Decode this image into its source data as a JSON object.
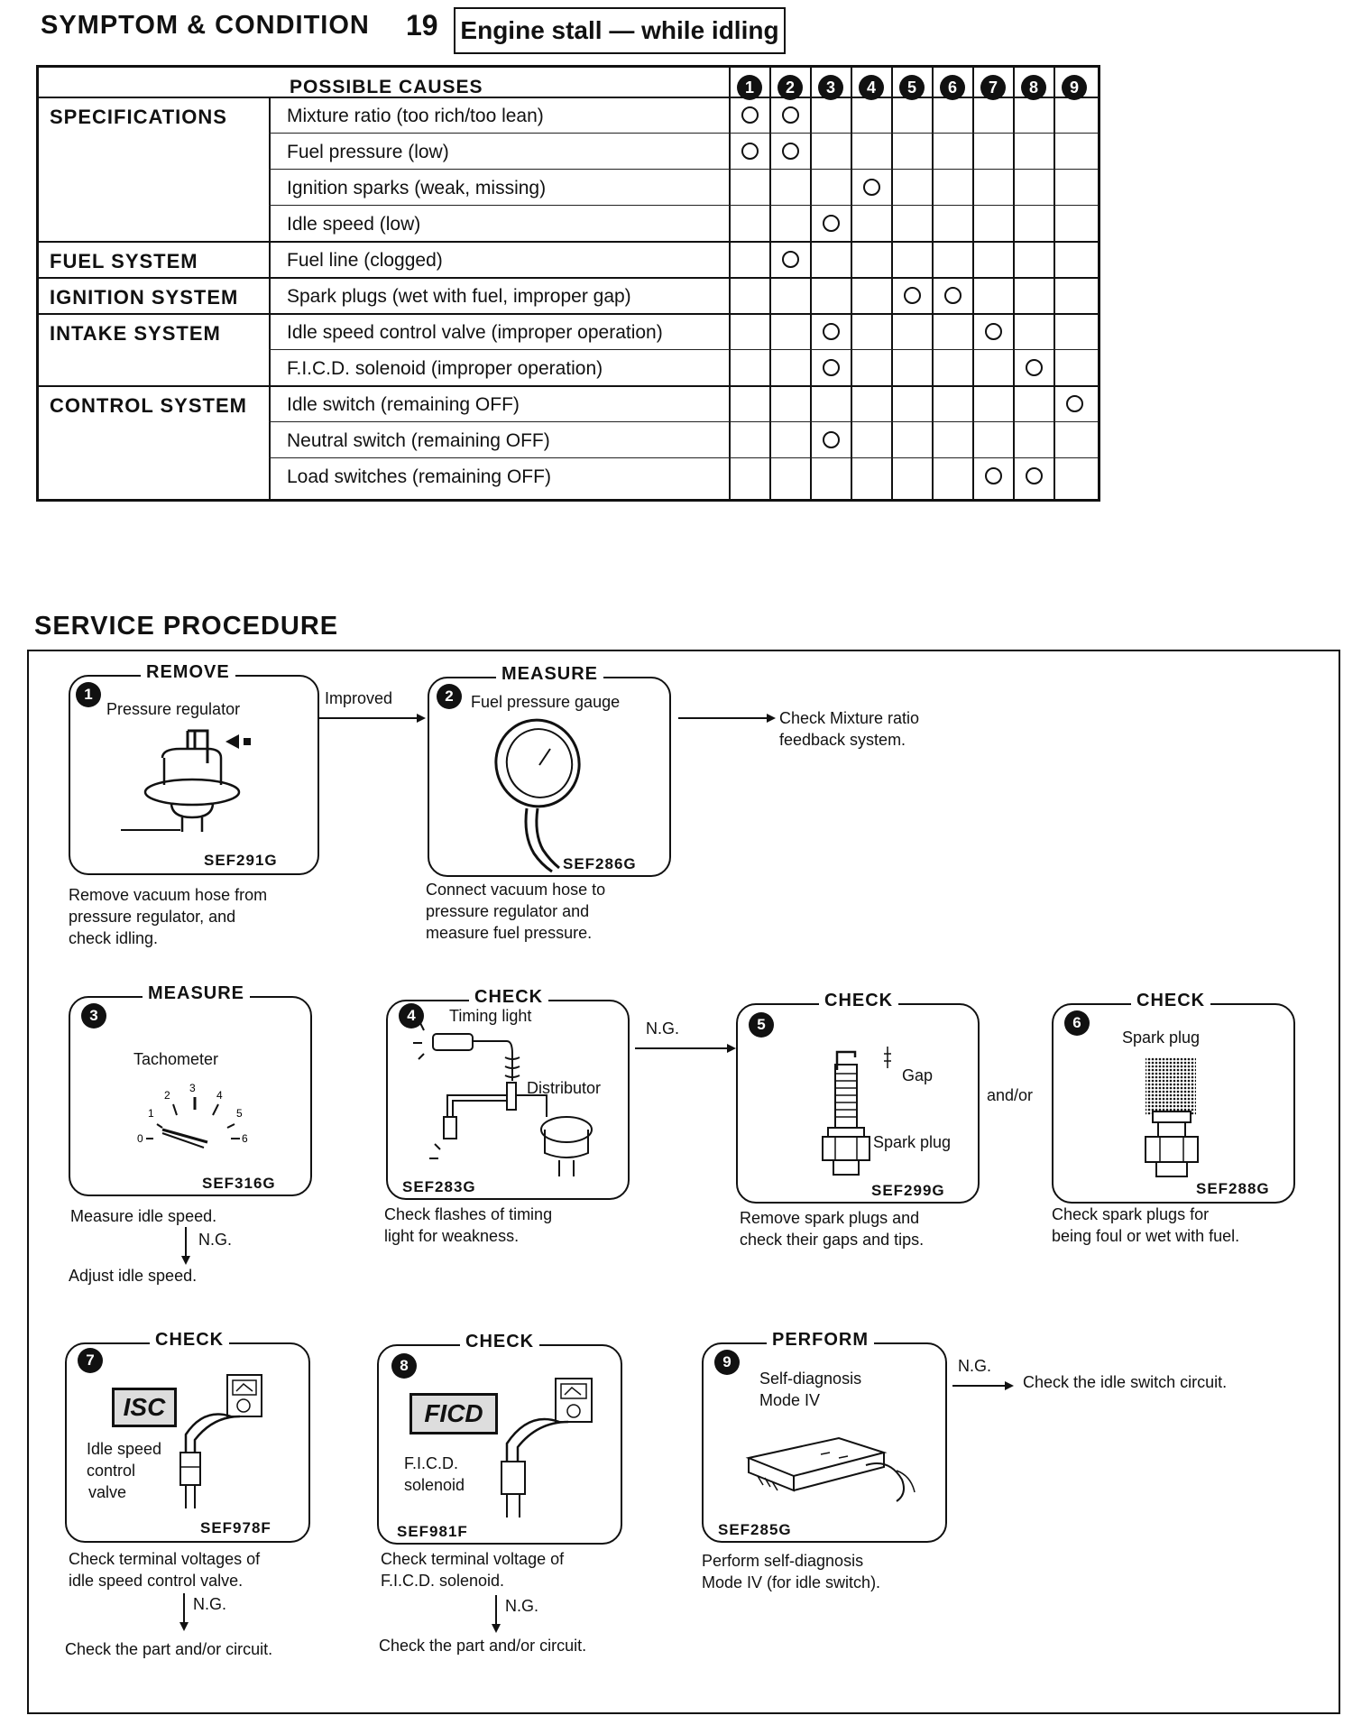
{
  "header": {
    "title": "SYMPTOM & CONDITION",
    "number": "19",
    "symptom": "Engine stall — while idling"
  },
  "table": {
    "possible_causes_label": "POSSIBLE CAUSES",
    "column_numbers": [
      "1",
      "2",
      "3",
      "4",
      "5",
      "6",
      "7",
      "8",
      "9"
    ],
    "categories": [
      "SPECIFICATIONS",
      "FUEL SYSTEM",
      "IGNITION SYSTEM",
      "INTAKE SYSTEM",
      "CONTROL SYSTEM"
    ],
    "rows": [
      {
        "cause": "Mixture ratio (too rich/too lean)",
        "marks": [
          1,
          2
        ]
      },
      {
        "cause": "Fuel pressure (low)",
        "marks": [
          1,
          2
        ]
      },
      {
        "cause": "Ignition sparks (weak, missing)",
        "marks": [
          4
        ]
      },
      {
        "cause": "Idle speed (low)",
        "marks": [
          3
        ]
      },
      {
        "cause": "Fuel line (clogged)",
        "marks": [
          2
        ]
      },
      {
        "cause": "Spark plugs (wet with fuel, improper gap)",
        "marks": [
          5,
          6
        ]
      },
      {
        "cause": "Idle speed control valve (improper operation)",
        "marks": [
          3,
          7
        ]
      },
      {
        "cause": "F.I.C.D. solenoid (improper operation)",
        "marks": [
          3,
          8
        ]
      },
      {
        "cause": "Idle switch (remaining OFF)",
        "marks": [
          9
        ]
      },
      {
        "cause": "Neutral switch (remaining OFF)",
        "marks": [
          3
        ]
      },
      {
        "cause": "Load switches (remaining OFF)",
        "marks": [
          7,
          8
        ]
      }
    ]
  },
  "service": {
    "title": "SERVICE PROCEDURE",
    "steps": [
      {
        "num": "1",
        "action": "REMOVE",
        "subject": "Pressure regulator",
        "ref": "SEF291G",
        "desc": [
          "Remove vacuum hose from",
          "pressure regulator, and",
          "check idling."
        ]
      },
      {
        "num": "2",
        "action": "MEASURE",
        "subject": "Fuel pressure gauge",
        "ref": "SEF286G",
        "desc": [
          "Connect vacuum hose to",
          "pressure regulator and",
          "measure fuel pressure."
        ]
      },
      {
        "num": "3",
        "action": "MEASURE",
        "subject": "Tachometer",
        "ref": "SEF316G",
        "desc": [
          "Measure idle speed."
        ],
        "ng": "N.G.",
        "next": "Adjust idle speed."
      },
      {
        "num": "4",
        "action": "CHECK",
        "subject": "Timing light",
        "subject2": "Distributor",
        "ref": "SEF283G",
        "desc": [
          "Check flashes of timing",
          "light for weakness."
        ]
      },
      {
        "num": "5",
        "action": "CHECK",
        "subject": "Gap",
        "subject2": "Spark plug",
        "ref": "SEF299G",
        "desc": [
          "Remove spark plugs and",
          "check their gaps and tips."
        ]
      },
      {
        "num": "6",
        "action": "CHECK",
        "subject": "Spark plug",
        "ref": "SEF288G",
        "desc": [
          "Check spark plugs for",
          "being foul or wet with fuel."
        ]
      },
      {
        "num": "7",
        "action": "CHECK",
        "subject": "Idle speed",
        "subject2": "control",
        "subject3": "valve",
        "logo": "ISC",
        "ref": "SEF978F",
        "desc": [
          "Check terminal voltages of",
          "idle speed control valve."
        ],
        "ng": "N.G.",
        "next": "Check the part and/or circuit."
      },
      {
        "num": "8",
        "action": "CHECK",
        "subject": "F.I.C.D.",
        "subject2": "solenoid",
        "logo": "FICD",
        "ref": "SEF981F",
        "desc": [
          "Check terminal voltage of",
          "F.I.C.D. solenoid."
        ],
        "ng": "N.G.",
        "next": "Check the part and/or circuit."
      },
      {
        "num": "9",
        "action": "PERFORM",
        "subject": "Self-diagnosis",
        "subject2": "Mode IV",
        "ref": "SEF285G",
        "desc": [
          "Perform self-diagnosis",
          "Mode IV (for idle switch)."
        ],
        "ng": "N.G.",
        "next": "Check the idle switch circuit."
      }
    ],
    "flow": {
      "improved": "Improved",
      "mixture_check": [
        "Check Mixture ratio",
        "feedback system."
      ],
      "ng_4_5": "N.G.",
      "and_or": "and/or"
    }
  }
}
